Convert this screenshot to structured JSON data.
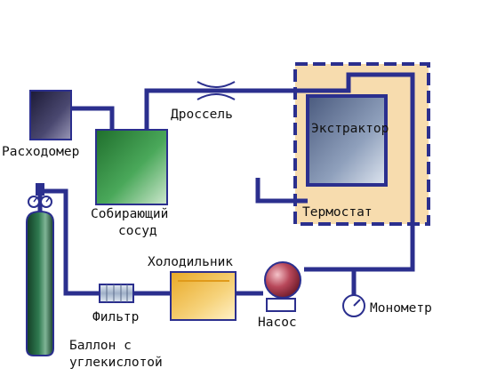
{
  "labels": {
    "flowmeter": "Расходомер",
    "collector_line1": "Собирающий",
    "collector_line2": "сосуд",
    "throttle": "Дроссель",
    "extractor": "Экстрактор",
    "thermostat": "Термостат",
    "cooler": "Холодильник",
    "filter": "Фильтр",
    "pump": "Насос",
    "manometer": "Монометр",
    "cylinder_line1": "Баллон с",
    "cylinder_line2": "углекислотой"
  },
  "colors": {
    "pipe": "#2b2f8e",
    "collector": "#2f8a3c",
    "extractor": "#5a6c8e",
    "thermostat_fill": "#f7dcae",
    "cylinder": "#1e5a3a",
    "cooler": "#f0c24a",
    "pump": "#9a2a3c",
    "flowmeter": "#2c2a4a",
    "filter": "#9fb0c8"
  }
}
